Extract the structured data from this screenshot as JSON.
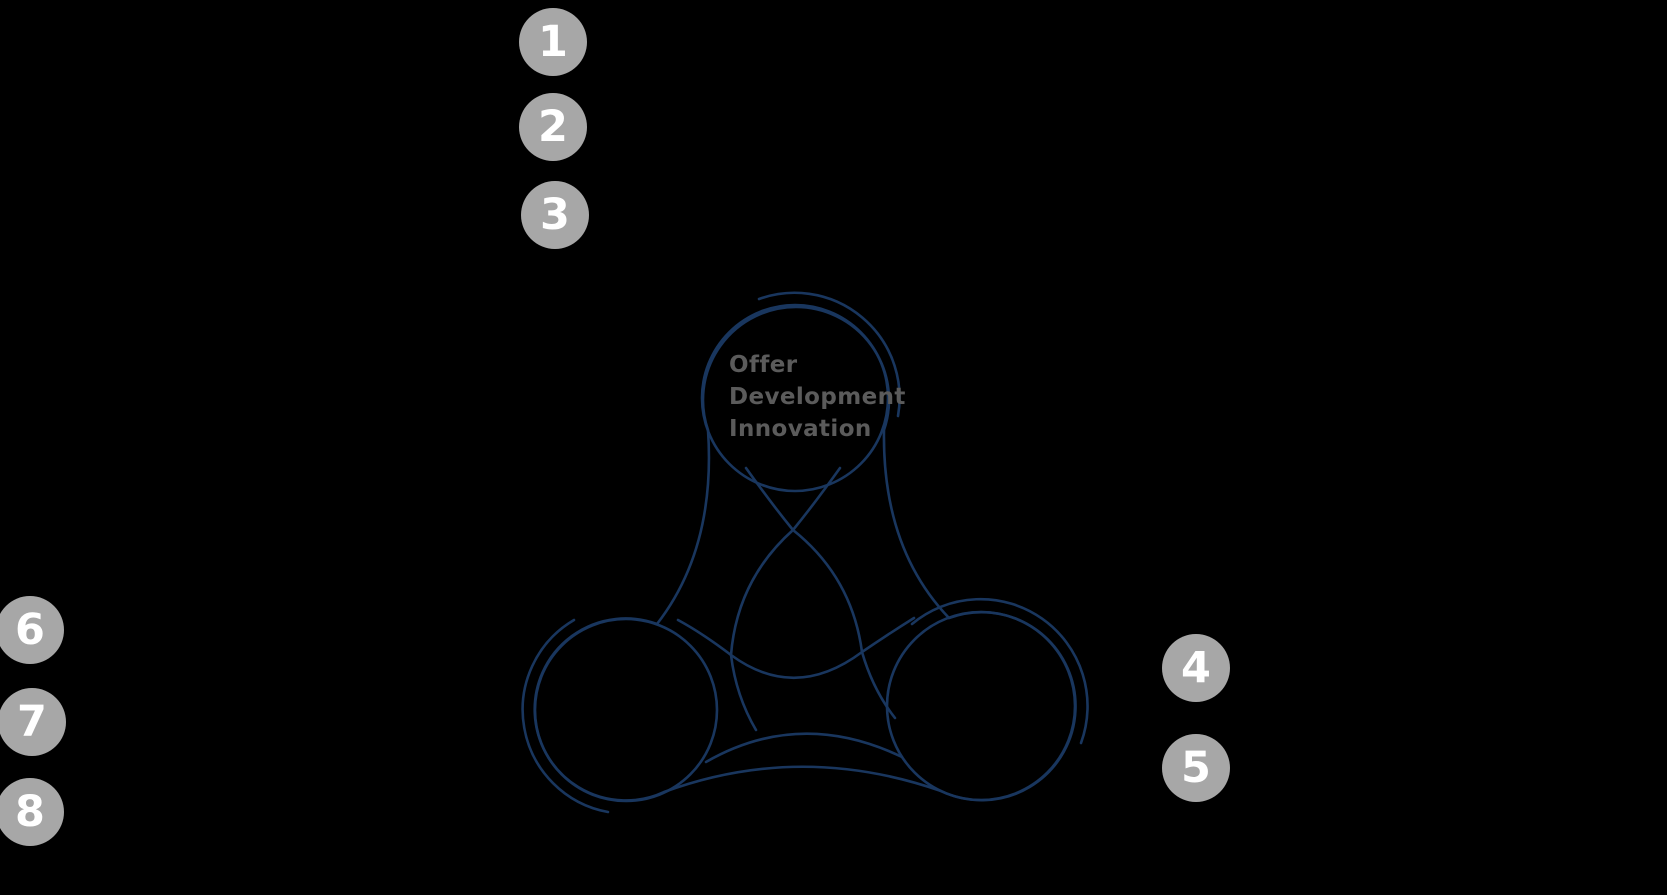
{
  "colors": {
    "background": "#000000",
    "diagram_stroke": "#19365e",
    "badge_background": "#a7a7a7",
    "badge_number": "#ffffff",
    "center_label": "#5b5b5b"
  },
  "diagram": {
    "label_lines": [
      "Offer",
      "Development",
      "Innovation"
    ]
  },
  "badges": [
    {
      "label": "1"
    },
    {
      "label": "2"
    },
    {
      "label": "3"
    },
    {
      "label": "4"
    },
    {
      "label": "5"
    },
    {
      "label": "6"
    },
    {
      "label": "7"
    },
    {
      "label": "8"
    }
  ]
}
